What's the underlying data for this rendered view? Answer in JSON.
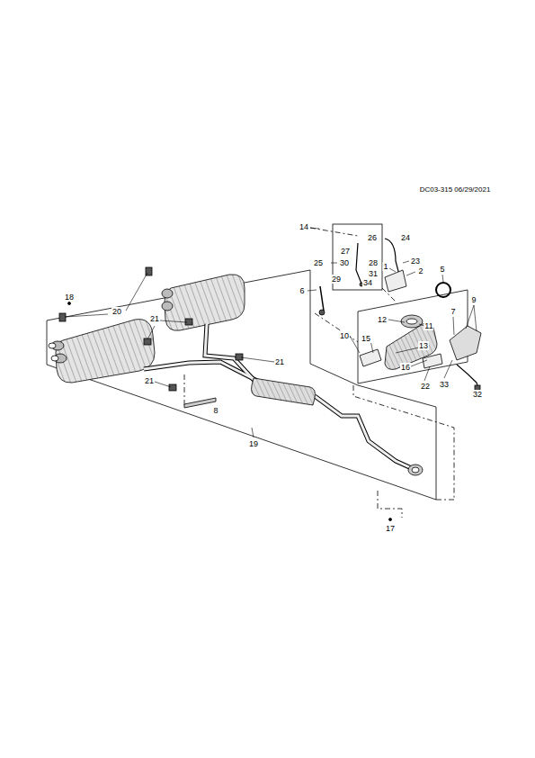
{
  "diagram": {
    "labels": [
      "DC03-315 06/29/2021",
      "14",
      "26",
      "24",
      "27",
      "30",
      "28",
      "25",
      "31",
      "29",
      "34",
      "23",
      "1",
      "2",
      "5",
      "6",
      "18",
      "20",
      "21",
      "12",
      "11",
      "9",
      "7",
      "10",
      "15",
      "13",
      "16",
      "22",
      "33",
      "32",
      "21",
      "21",
      "8",
      "19",
      "17"
    ]
  }
}
